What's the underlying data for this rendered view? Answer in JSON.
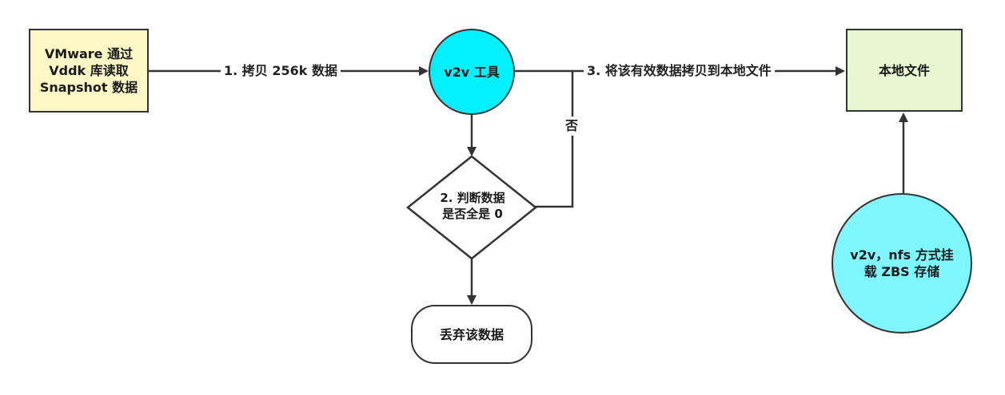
{
  "nodes": {
    "vmware_source": "VMware 通过 Vddk 库读取 Snapshot 数据",
    "v2v_tool": "v2v 工具",
    "decision": "2. 判断数据\n是否全是 0",
    "discard": "丢弃该数据",
    "local_file": "本地文件",
    "nfs_mount": "v2v，nfs 方式挂载 ZBS 存储"
  },
  "edges": {
    "copy_label": "1. 拷贝 256k 数据",
    "store_label": "3. 将该有效数据拷贝到本地文件",
    "no_label": "否"
  },
  "colors": {
    "source_fill": "#fbf8c5",
    "tool_fill": "#00f0ff",
    "local_file_fill": "#e6f6cf",
    "nfs_fill": "#7ff7ff",
    "stroke": "#333333"
  }
}
